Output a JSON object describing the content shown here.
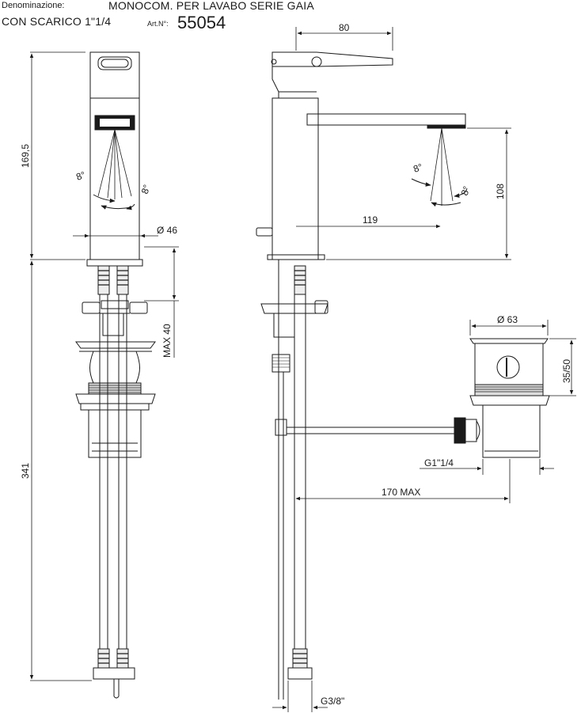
{
  "header": {
    "label": "Denominazione:",
    "title_line1": "MONOCOM. PER LAVABO SERIE GAIA",
    "title_line2": "CON SCARICO 1\"1/4",
    "article_label": "Art.N°:",
    "article_number": "55054"
  },
  "dimensions": {
    "total_height_upper": "169,5",
    "total_height_lower": "341",
    "diameter_body": "Ø 46",
    "max_thickness": "MAX 40",
    "lever_length": "80",
    "spout_reach": "119",
    "spout_height": "108",
    "angle_1": "8°",
    "angle_2": "8°",
    "angle_3": "8°",
    "angle_4": "8°",
    "drain_diameter": "Ø 63",
    "drain_height": "35/50",
    "drain_thread": "G1\"1/4",
    "drain_distance": "170 MAX",
    "hose_thread": "G3/8\""
  }
}
